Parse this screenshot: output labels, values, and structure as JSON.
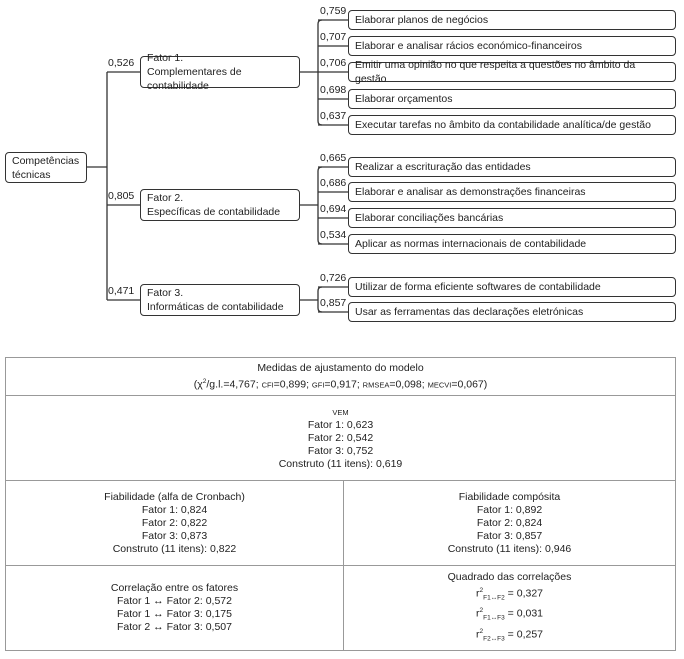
{
  "diagram": {
    "root": [
      "Competências",
      "técnicas"
    ],
    "factors": [
      {
        "title": "Fator 1.",
        "subtitle": "Complementares de contabilidade",
        "loading": "0,526",
        "items": [
          {
            "label": "Elaborar planos de negócios",
            "loading": "0,759"
          },
          {
            "label": "Elaborar e analisar rácios económico-financeiros",
            "loading": "0,707"
          },
          {
            "label": "Emitir uma opinião no que respeita a questões no âmbito da gestão",
            "loading": "0,706"
          },
          {
            "label": "Elaborar orçamentos",
            "loading": "0,698"
          },
          {
            "label": "Executar tarefas no âmbito da contabilidade analítica/de gestão",
            "loading": "0,637"
          }
        ]
      },
      {
        "title": "Fator 2.",
        "subtitle": "Específicas de contabilidade",
        "loading": "0,805",
        "items": [
          {
            "label": "Realizar a escrituração das entidades",
            "loading": "0,665"
          },
          {
            "label": "Elaborar e analisar as demonstrações financeiras",
            "loading": "0,686"
          },
          {
            "label": "Elaborar conciliações bancárias",
            "loading": "0,694"
          },
          {
            "label": "Aplicar as normas internacionais de contabilidade",
            "loading": "0,534"
          }
        ]
      },
      {
        "title": "Fator 3.",
        "subtitle": "Informáticas de contabilidade",
        "loading": "0,471",
        "items": [
          {
            "label": "Utilizar de forma eficiente softwares de contabilidade",
            "loading": "0,726"
          },
          {
            "label": "Usar as ferramentas das declarações eletrónicas",
            "loading": "0,857"
          }
        ]
      }
    ]
  },
  "table": {
    "fit_title": "Medidas de ajustamento do modelo",
    "fit": {
      "chi_label": "χ",
      "chi_sup": "2",
      "chi_rest": "/g.l.=4,767; ",
      "cfi_l": "CFI",
      "cfi_v": "=0,899; ",
      "gfi_l": "GFI",
      "gfi_v": "=0,917; ",
      "rmsea_l": "RMSEA",
      "rmsea_v": "=0,098; ",
      "mecvi_l": "MECVI",
      "mecvi_v": "=0,067)",
      "open": "("
    },
    "vem": {
      "title": "VEM",
      "lines": [
        "Fator 1: 0,623",
        "Fator 2: 0,542",
        "Fator 3: 0,752",
        "Construto (11 itens): 0,619"
      ]
    },
    "alpha": {
      "title": "Fiabilidade (alfa de Cronbach)",
      "lines": [
        "Fator 1: 0,824",
        "Fator 2: 0,822",
        "Fator 3: 0,873",
        "Construto (11 itens): 0,822"
      ]
    },
    "composite": {
      "title": "Fiabilidade compósita",
      "lines": [
        "Fator 1: 0,892",
        "Fator 2: 0,824",
        "Fator 3: 0,857",
        "Construto (11 itens): 0,946"
      ]
    },
    "corr": {
      "title": "Correlação entre os fatores",
      "lines": [
        "Fator 1 ↔ Fator 2: 0,572",
        "Fator 1 ↔ Fator 3: 0,175",
        "Fator 2 ↔ Fator 3: 0,507"
      ]
    },
    "sq": {
      "title": "Quadrado das correlações",
      "rows": [
        {
          "r": "r",
          "sup": "2",
          "sub": "F1↔F2",
          "val": " = 0,327"
        },
        {
          "r": "r",
          "sup": "2",
          "sub": "F1↔F3",
          "val": " = 0,031"
        },
        {
          "r": "r",
          "sup": "2",
          "sub": "F2↔F3",
          "val": " = 0,257"
        }
      ]
    }
  }
}
